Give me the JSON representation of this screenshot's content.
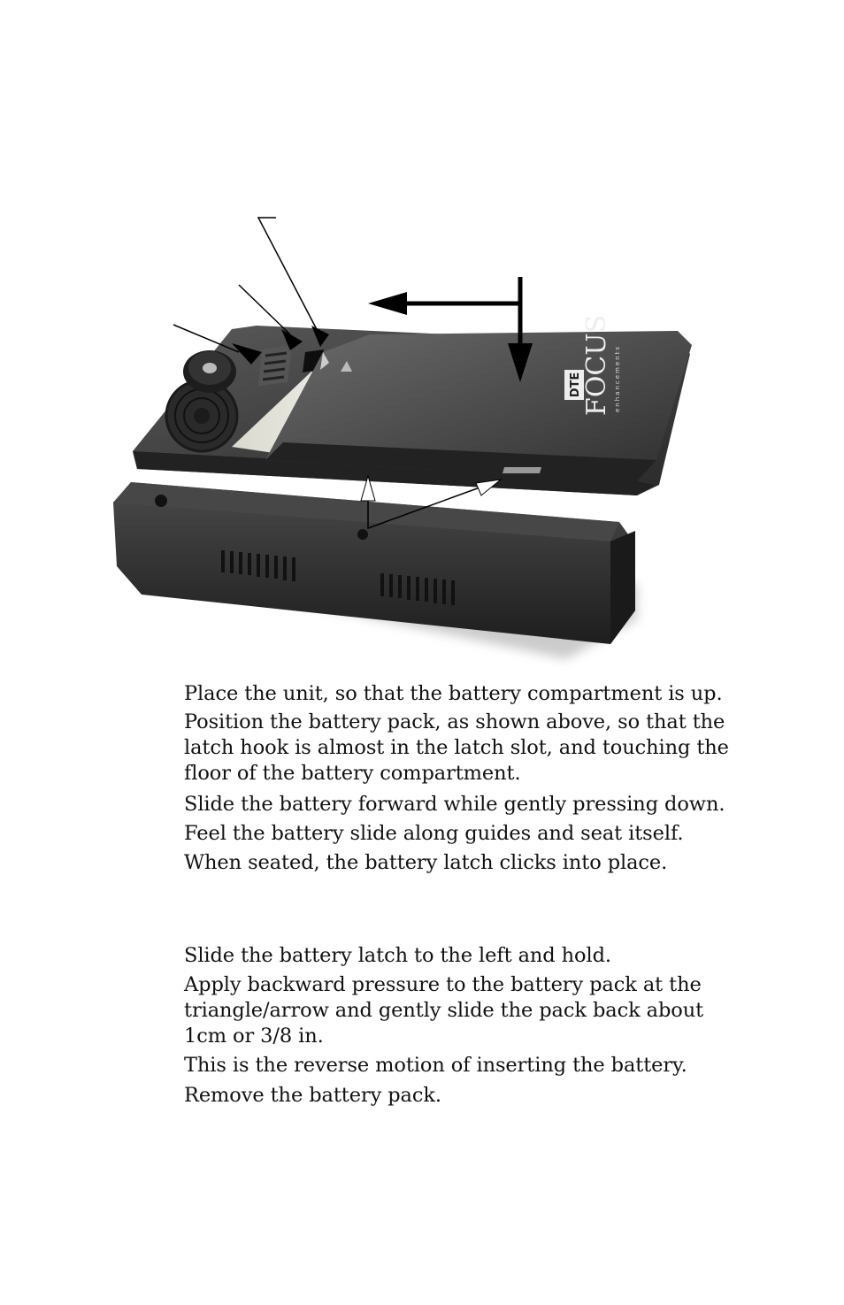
{
  "figure": {
    "brand_text": "FOCUS",
    "brand_subtext": "enhancements",
    "badge_text": "DTE"
  },
  "insert_steps": [
    "Place the unit, so that the battery compartment is up.",
    "Position the battery pack, as shown above, so that the latch hook is almost in the latch slot, and touching the floor of the battery compartment.",
    "Slide the battery forward while gently pressing down.",
    "Feel the battery slide along guides and seat itself.",
    "When seated, the battery latch clicks into place."
  ],
  "remove_steps": [
    "Slide the battery latch to the left and hold.",
    "Apply backward pressure to the battery pack at the triangle/arrow and gently slide the pack back about 1cm or 3/8 in.",
    "This is the reverse motion of inserting the battery.",
    "Remove the battery pack."
  ],
  "colors": {
    "device_dark": "#2b2b2b",
    "device_mid": "#3d3d3d",
    "page_bg": "#ffffff"
  }
}
